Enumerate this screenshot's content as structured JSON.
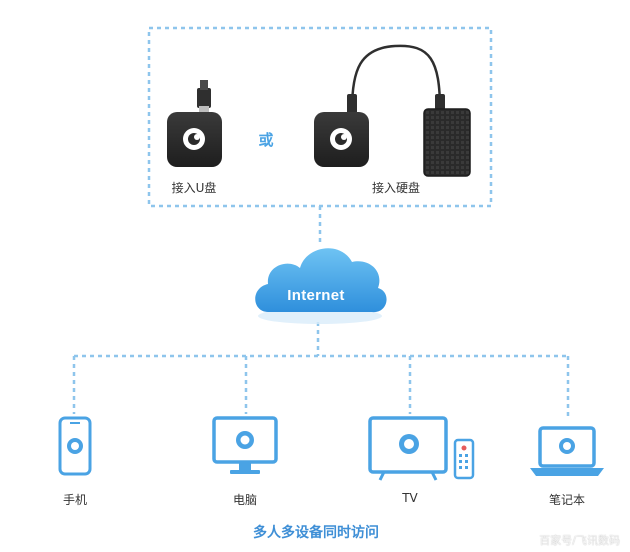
{
  "top_box": {
    "option_usb_label": "接入U盘",
    "or_label": "或",
    "option_disk_label": "接入硬盘"
  },
  "cloud": {
    "label": "Internet"
  },
  "devices": [
    {
      "name": "phone",
      "label": "手机"
    },
    {
      "name": "desktop",
      "label": "电脑"
    },
    {
      "name": "tv",
      "label": "TV"
    },
    {
      "name": "laptop",
      "label": "笔记本"
    }
  ],
  "caption": "多人多设备同时访问",
  "watermark": "百家号/飞讯数码",
  "colors": {
    "accent": "#4aa3e4",
    "line": "#8ec5ec",
    "device_dark": "#2b2b2b",
    "background": "#ffffff"
  }
}
